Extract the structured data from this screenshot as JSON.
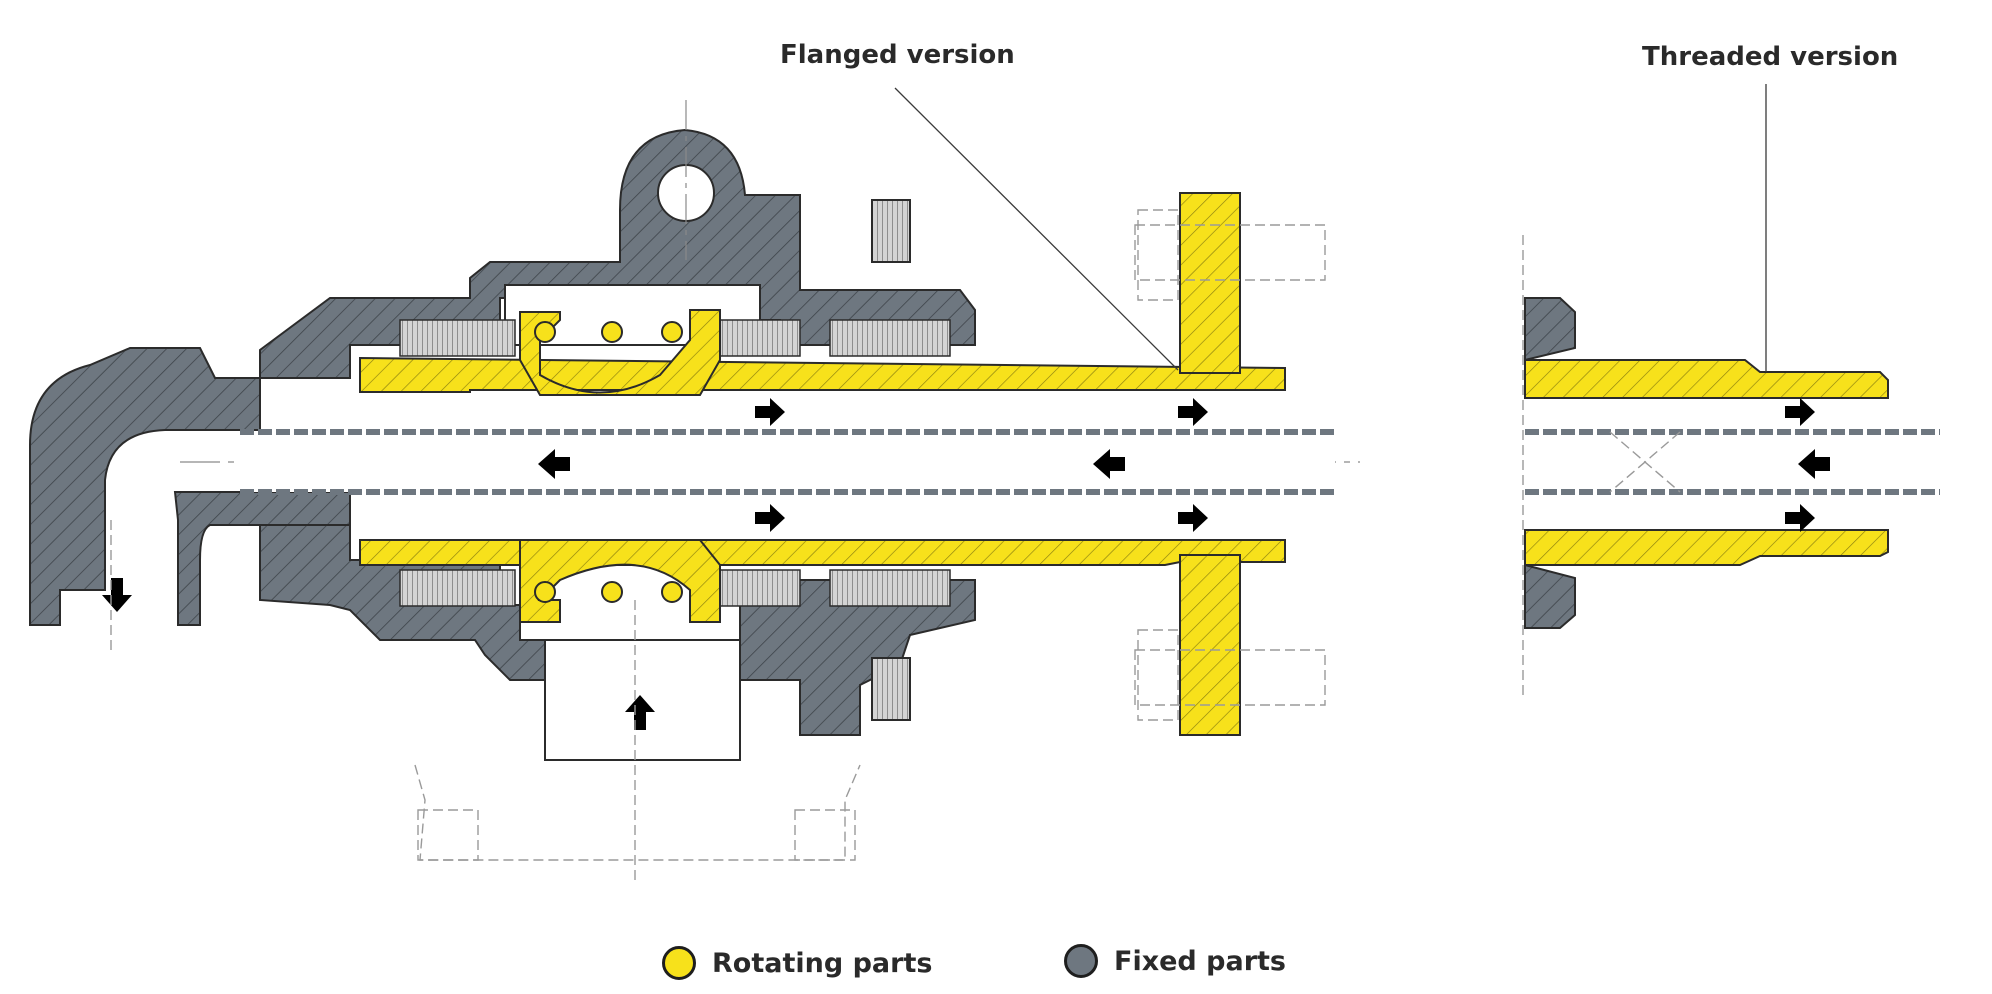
{
  "labels": {
    "flanged": "Flanged version",
    "threaded": "Threaded version"
  },
  "legend": [
    {
      "label": "Rotating parts",
      "color": "#f7e11b"
    },
    {
      "label": "Fixed parts",
      "color": "#6e7780"
    }
  ],
  "colors": {
    "rotating": "#f7e11b",
    "fixed": "#6e7780",
    "outline": "#2b2b2b",
    "spring": "#c8c8c8",
    "dash": "#8a8a8a"
  }
}
